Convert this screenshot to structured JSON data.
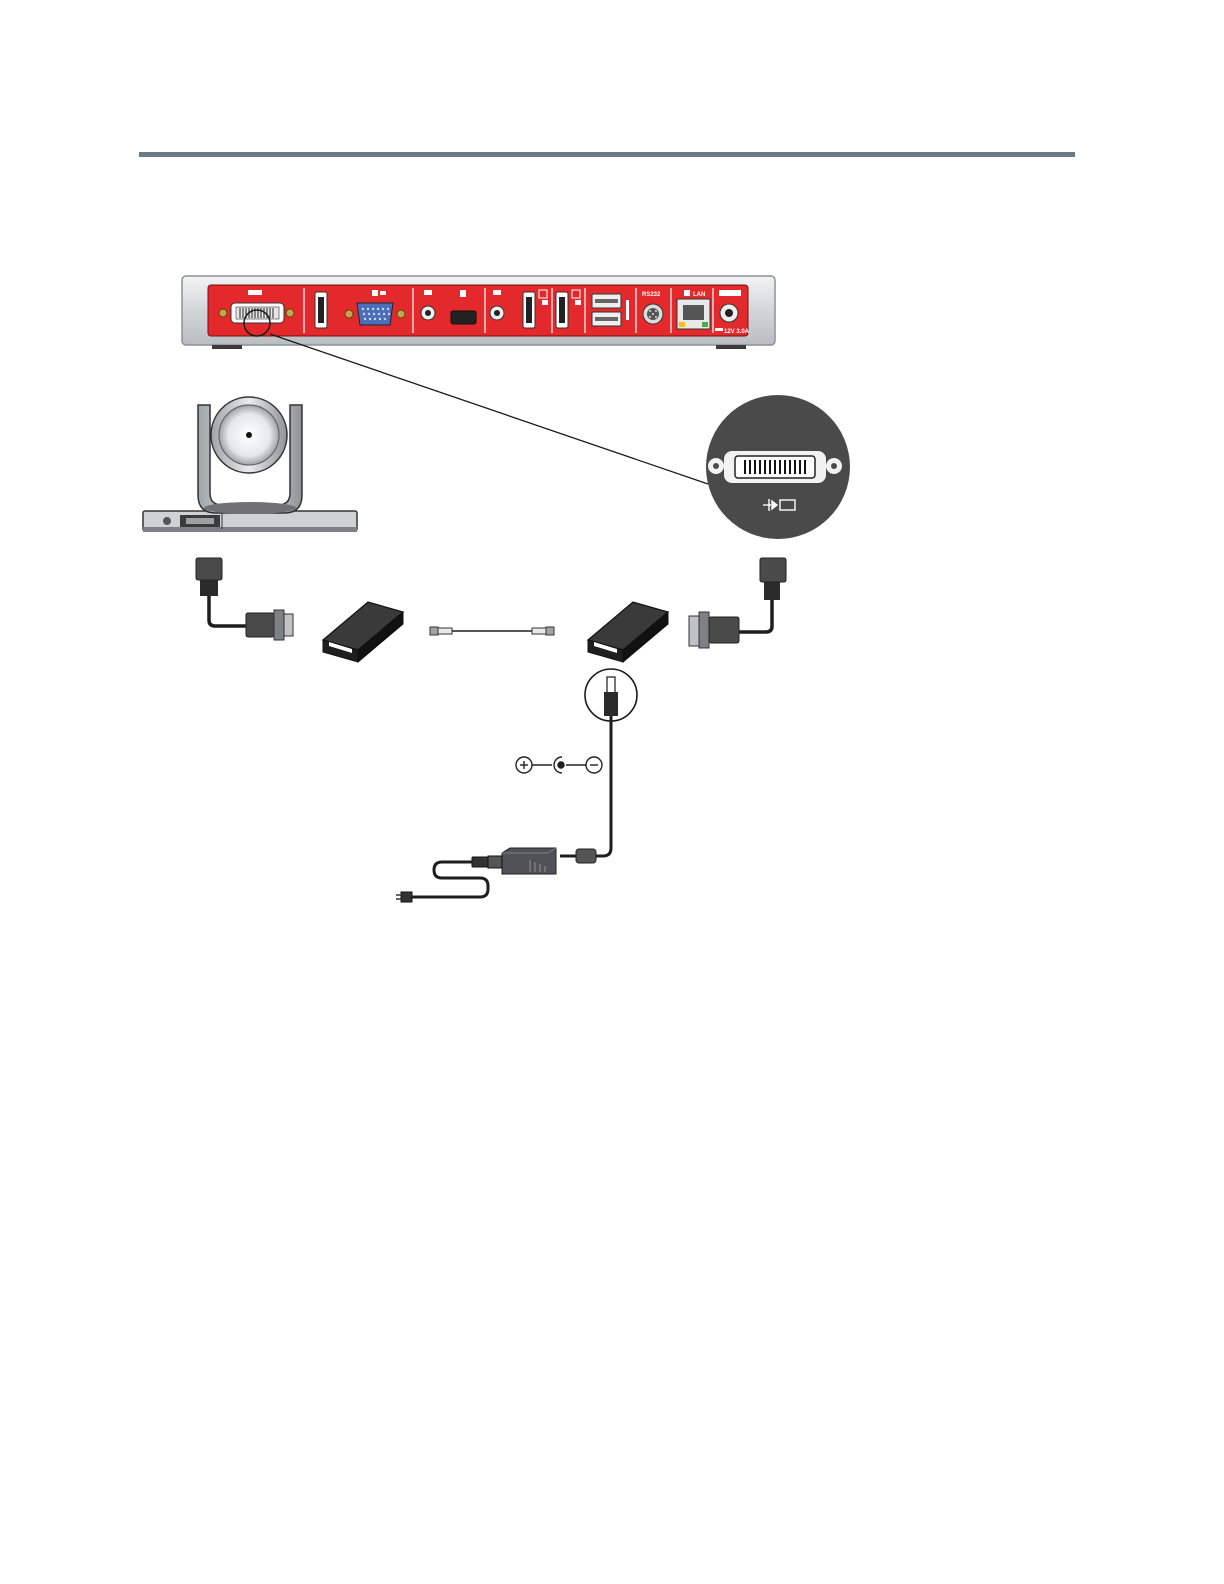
{
  "colors": {
    "header_rule": "#6d7a84",
    "panel_red": "#e3292b",
    "chassis_silver": "#d7d9db",
    "device_black": "#1e1e1e",
    "zoom_circle": "#4a4a4a"
  },
  "rear_panel": {
    "port_labels": {
      "lan": "LAN",
      "serial": "RS232",
      "power_rating": "12V 3.0A"
    }
  },
  "icons": {
    "camera": "ptz-camera-icon",
    "dvi_cable": "dvi-cable-icon",
    "extender": "hdci-extender-icon",
    "network_cable": "cat5-cable-icon",
    "power_plug": "dc-plug-icon",
    "polarity": "dc-polarity-icon",
    "power_supply": "power-brick-icon",
    "ac_cord": "ac-plug-icon",
    "camera_input_symbol": "camera-input-symbol-icon"
  }
}
